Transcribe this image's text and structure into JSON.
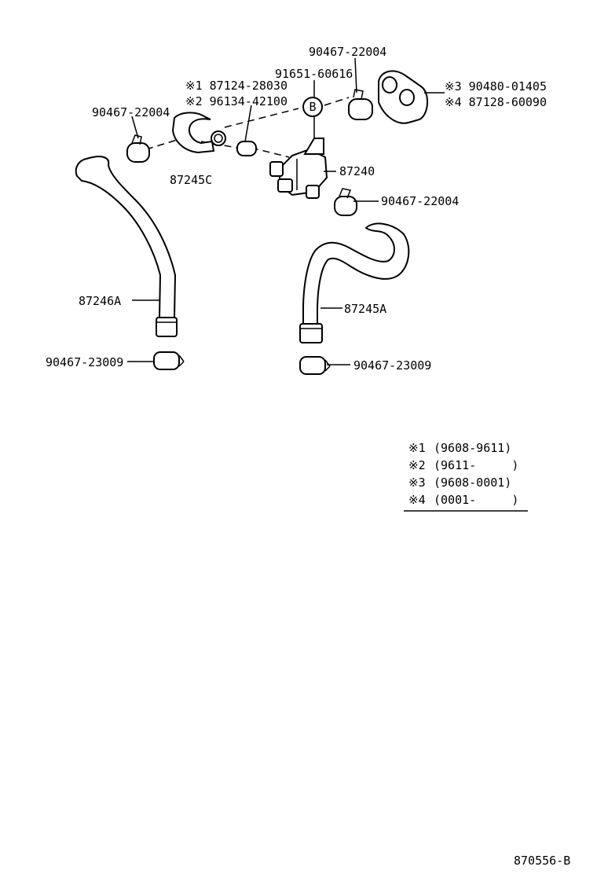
{
  "labels": {
    "clip_top_right": "90467-22004",
    "bolt_b": "91651-60616",
    "note1_part": "※1 87124-28030",
    "note2_part": "※2 96134-42100",
    "clip_left": "90467-22004",
    "hose_c": "87245C",
    "valve": "87240",
    "grommet_a": "※3 90480-01405",
    "grommet_b": "※4 87128-60090",
    "clip_mid_right": "90467-22004",
    "hose_246a": "87246A",
    "hose_245a": "87245A",
    "clamp_left": "90467-23009",
    "clamp_right": "90467-23009",
    "callout_b": "B"
  },
  "legend": [
    {
      "mark": "※1",
      "range": "(9608-9611)"
    },
    {
      "mark": "※2",
      "range": "(9611-     )"
    },
    {
      "mark": "※3",
      "range": "(9608-0001)"
    },
    {
      "mark": "※4",
      "range": "(0001-     )"
    }
  ],
  "diagram_id": "870556-B",
  "colors": {
    "line": "#000000",
    "background": "#ffffff"
  }
}
